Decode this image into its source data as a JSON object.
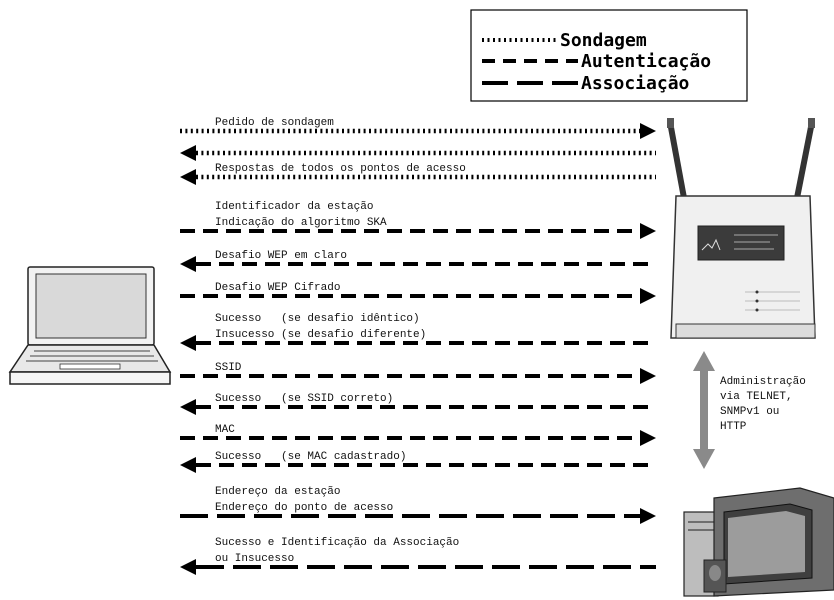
{
  "legend": {
    "probe_label": "Sondagem",
    "auth_label": "Autenticação",
    "assoc_label": "Associação"
  },
  "messages": [
    {
      "lines": [
        "Pedido de sondagem"
      ],
      "direction": "right",
      "style": "dotted"
    },
    {
      "lines": [
        ""
      ],
      "direction": "left",
      "style": "dotted"
    },
    {
      "lines": [
        "Respostas de todos os pontos de acesso"
      ],
      "direction": "left",
      "style": "dotted"
    },
    {
      "lines": [
        "Identificador da estação",
        "Indicação do algoritmo SKA"
      ],
      "direction": "right",
      "style": "dashed"
    },
    {
      "lines": [
        "Desafio WEP em claro"
      ],
      "direction": "left",
      "style": "dashed"
    },
    {
      "lines": [
        "Desafio WEP Cifrado"
      ],
      "direction": "right",
      "style": "dashed"
    },
    {
      "lines": [
        "Sucesso   (se desafio idêntico)",
        "Insucesso (se desafio diferente)"
      ],
      "direction": "left",
      "style": "dashed"
    },
    {
      "lines": [
        "SSID"
      ],
      "direction": "right",
      "style": "dashed"
    },
    {
      "lines": [
        "Sucesso   (se SSID correto)"
      ],
      "direction": "left",
      "style": "dashed"
    },
    {
      "lines": [
        "MAC"
      ],
      "direction": "right",
      "style": "dashed"
    },
    {
      "lines": [
        "Sucesso   (se MAC cadastrado)"
      ],
      "direction": "left",
      "style": "dashed"
    },
    {
      "lines": [
        "Endereço da estação",
        "Endereço do ponto de acesso"
      ],
      "direction": "right",
      "style": "longdash"
    },
    {
      "lines": [
        "Sucesso e Identificação da Associação",
        "ou Insucesso"
      ],
      "direction": "left",
      "style": "longdash"
    }
  ],
  "admin": {
    "lines": [
      "Administração",
      "via TELNET,",
      "SNMPv1 ou",
      "HTTP"
    ]
  }
}
